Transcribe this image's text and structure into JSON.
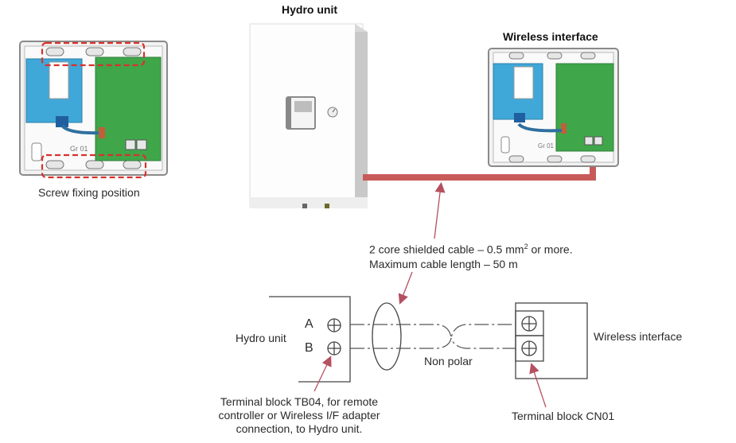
{
  "top": {
    "left_panel_caption": "Screw fixing position",
    "hydro_unit_title": "Hydro unit",
    "wireless_title": "Wireless interface",
    "board_label": "Gr 01",
    "board_label_right": "Gr 01",
    "cable_note_line1": "2 core shielded cable – 0.5 mm",
    "cable_note_sup": "2",
    "cable_note_line1_end": " or more.",
    "cable_note_line2": "Maximum cable length – 50 m"
  },
  "schematic": {
    "hydro_unit_label": "Hydro unit",
    "terminal_a": "A",
    "terminal_b": "B",
    "non_polar": "Non polar",
    "wireless_label": "Wireless interface",
    "tb04_note": [
      "Terminal block TB04, for remote",
      "controller or Wireless I/F adapter",
      "connection, to Hydro unit."
    ],
    "cn01_note": "Terminal block CN01"
  },
  "colors": {
    "cable": "#c85a5a",
    "dashed_highlight": "#d9302c",
    "pcb_green": "#3fa64a",
    "pcb_blue": "#3fa8d8",
    "arrow": "#b55060"
  }
}
